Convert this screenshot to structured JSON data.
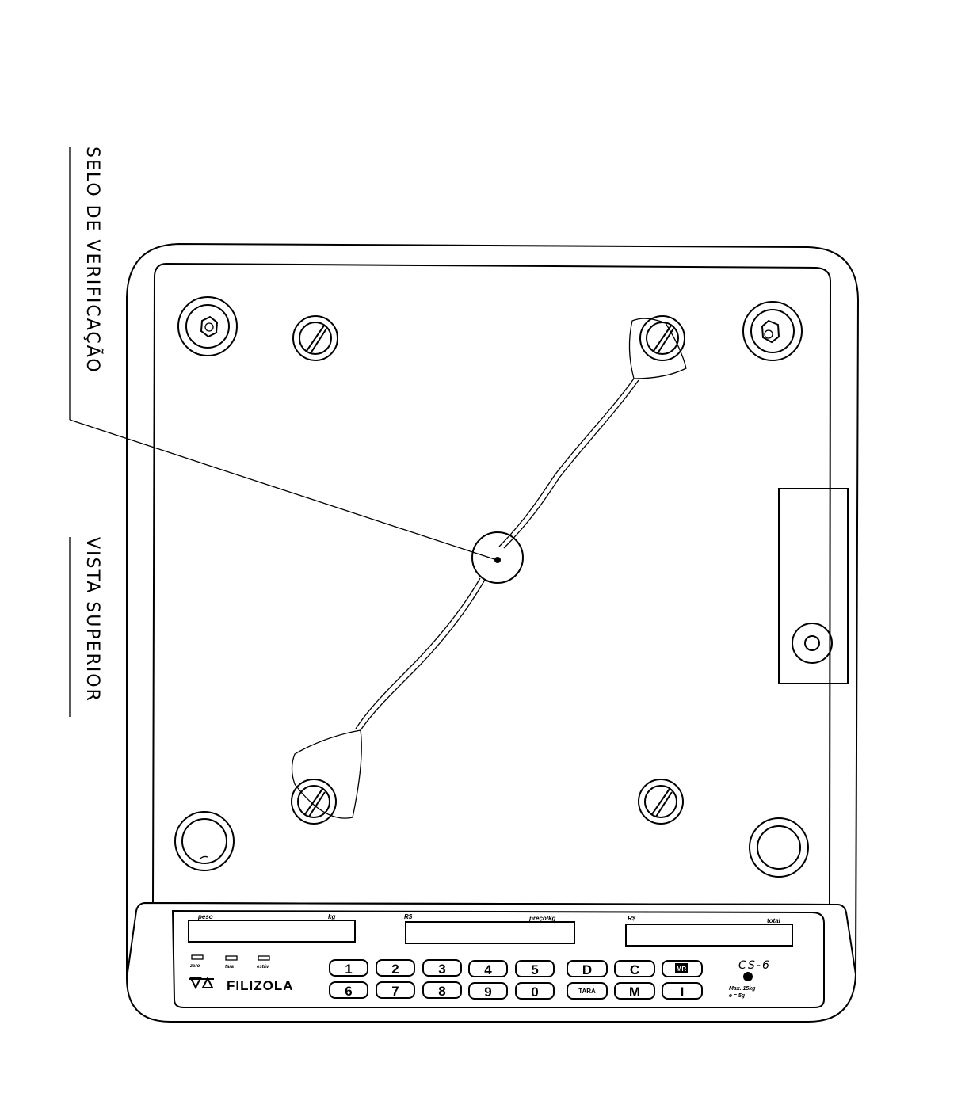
{
  "labels": {
    "seal": "SELO DE VERIFICAÇÃO",
    "view": "VISTA SUPERIOR"
  },
  "displays": [
    {
      "left": "peso",
      "right": "kg"
    },
    {
      "left": "R$",
      "right": "preço/kg"
    },
    {
      "left": "R$",
      "right": "total"
    }
  ],
  "indicators": [
    "zero",
    "tara",
    "estáv"
  ],
  "brand": "FILIZOLA",
  "model": "CS-6",
  "keys_row1": [
    "1",
    "2",
    "3",
    "4",
    "5",
    "D",
    "C",
    "MR"
  ],
  "keys_row2": [
    "6",
    "7",
    "8",
    "9",
    "0",
    "TARA",
    "M",
    "I"
  ],
  "plate_text": [
    "Max. 15kg",
    "e = 5g"
  ]
}
